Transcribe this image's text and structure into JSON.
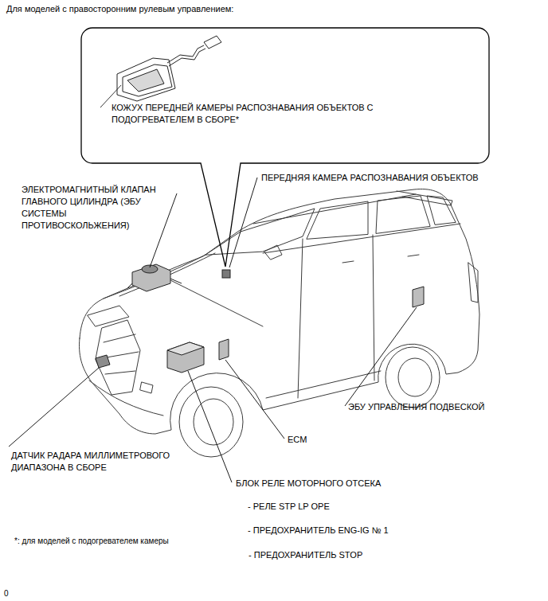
{
  "diagram": {
    "title": "Для моделей с правосторонним рулевым управлением:",
    "nodes": [
      {
        "text": [
          "КОЖУХ ПЕРЕДНЕЙ КАМЕРЫ РАСПОЗНАВАНИЯ ОБЪЕКТОВ С ПОДОГРЕВАТЕЛЕМ В СБОРЕ*"
        ]
      }
    ],
    "labels": [
      "ЭЛЕКТРОМАГНИТНЫЙ КЛАПАН ГЛАВНОГО ЦИЛИНДРА (ЭБУ СИСТЕМЫ ПРОТИВОСКОЛЬЖЕНИЯ)",
      "ПЕРЕДНЯЯ КАМЕРА РАСПОЗНАВАНИЯ ОБЪЕКТОВ",
      "ЭБУ УПРАВЛЕНИЯ ПОДВЕСКОЙ",
      "ECM",
      "ДАТЧИК РАДАРА МИЛЛИМЕТРОВОГО ДИАПАЗОНА В СБОРЕ",
      "БЛОК РЕЛЕ МОТОРНОГО ОТСЕКА",
      "- РЕЛЕ STP LP OPE",
      "- ПРЕДОХРАНИТЕЛЬ ENG-IG № 1",
      "- ПРЕДОХРАНИТЕЛЬ STOP",
      "*: для моделей с подогревателем камеры",
      "0"
    ]
  }
}
